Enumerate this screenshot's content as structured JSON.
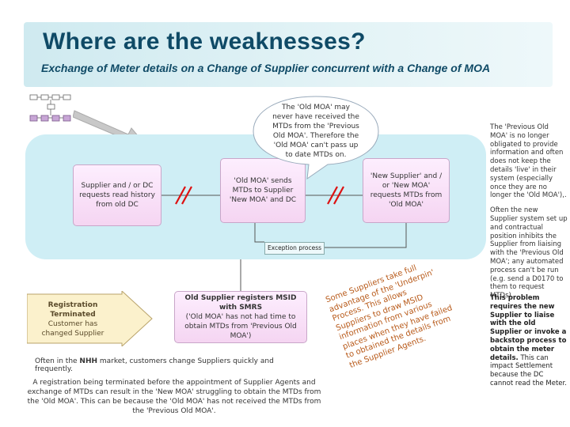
{
  "title": "Where are the weaknesses?",
  "subtitle": "Exchange of Meter details on a Change of Supplier concurrent with a Change of MOA",
  "boxes": {
    "history": "Supplier and / or DC requests read history from old DC",
    "old_moa": "'Old MOA' sends MTDs to Supplier 'New MOA' and DC",
    "new_supplier": "'New Supplier' and / or 'New MOA' requests MTDs from 'Old MOA'",
    "old_supplier_title": "Old Supplier registers MSID with SMRS",
    "old_supplier_body": "('Old MOA' has not had time to obtain MTDs from 'Previous Old MOA')"
  },
  "cloud_text": "The 'Old MOA' may never have received the MTDs from the 'Previous Old MOA'. Therefore the 'Old MOA' can't pass up to date MTDs on.",
  "exception_label": "Exception process",
  "registration": {
    "title": "Registration Terminated",
    "body": "Customer has changed Supplier"
  },
  "paragraph1": {
    "before": "Often in the ",
    "bold": "NHH",
    "after": " market, customers change Suppliers quickly and frequently."
  },
  "paragraph2": "A registration being terminated before the appointment of Supplier Agents and exchange of MTDs can result in the 'New MOA' struggling to obtain the MTDs from the 'Old MOA'. This can be because the 'Old MOA' has not received the MTDs from the 'Previous Old MOA'.",
  "rotated_lines": [
    "Some Suppliers take full",
    "advantage of the 'Underpin'",
    "Process. This allows",
    "Suppliers to draw MSID",
    "information from various",
    "places when they have failed",
    "to obtained the details from",
    "the Supplier Agents."
  ],
  "right_top": {
    "p1": "The 'Previous Old MOA' is no longer obligated to provide information and often does not keep the details 'live' in their system (especially once they are no longer the 'Old MOA'),.",
    "p2": "Often the new Supplier system set up and contractual position inhibits the Supplier from liaising with the 'Previous Old MOA'; any automated process can't be run (e.g. send a D0170 to them to request MTDs)."
  },
  "right_bottom": {
    "bold": "This problem requires the new Supplier to liaise with the old Supplier or invoke a backstop process to obtain the meter details.",
    "normal": "This can impact Settlement because the DC cannot read the Meter."
  },
  "icons": {
    "flowchart": "flowchart-icon",
    "pointer": "pointer-arrow-icon",
    "broken_link": "broken-link-icon"
  }
}
